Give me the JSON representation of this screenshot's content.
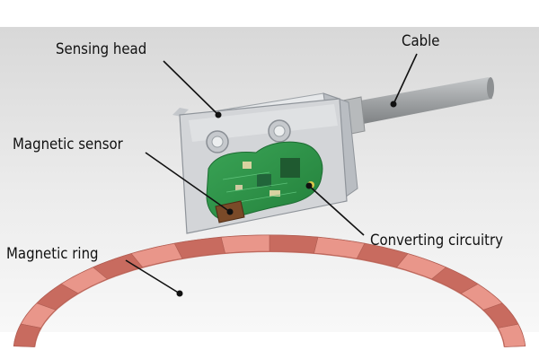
{
  "labels": {
    "sensing_head": "Sensing head",
    "cable": "Cable",
    "magnetic_sensor": "Magnetic sensor",
    "converting_circuitry": "Converting circuitry",
    "magnetic_ring": "Magnetic ring"
  },
  "colors": {
    "background_top": "#dcdcdc",
    "background_bottom": "#f7f7f7",
    "housing": "#d3d5d8",
    "housing_edge": "#8f949a",
    "circuit_board": "#2f9a4a",
    "sensor_chip": "#7a4a28",
    "ring_light": "#e9968a",
    "ring_dark": "#c86b5f",
    "cable": "#a4a7a9",
    "leader_line": "#111111"
  }
}
